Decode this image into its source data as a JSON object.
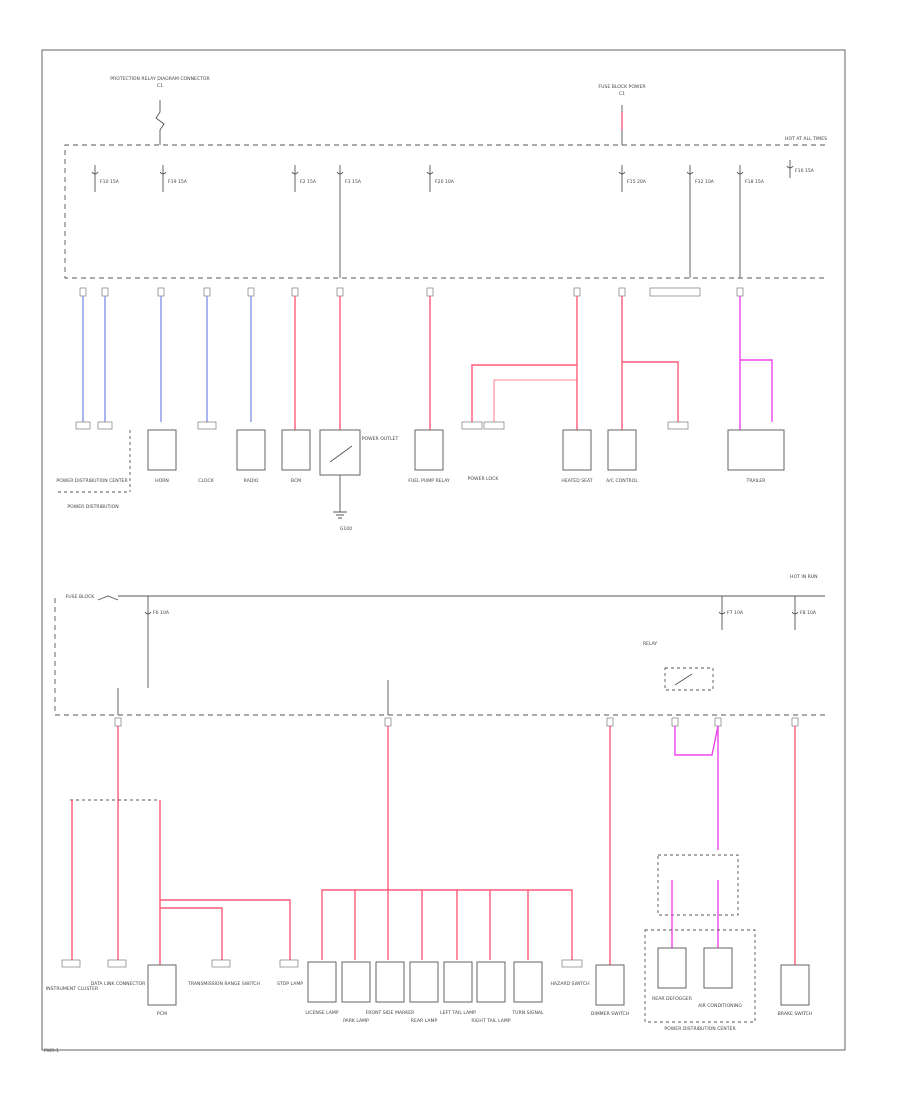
{
  "top_section": {
    "bus_label": "HOT AT ALL TIMES",
    "sources": [
      {
        "label": "PROTECTION RELAY DIAGRAM CONNECTOR",
        "connector": "C1"
      },
      {
        "label": "FUSE BLOCK POWER",
        "connector": "C1"
      }
    ],
    "fuses": [
      "F10 15A",
      "F19 15A",
      "F2 15A",
      "F3 15A",
      "F20 10A",
      "F15 20A",
      "F32 10A",
      "F18 15A",
      "F16 15A"
    ],
    "loads": [
      {
        "label": "POWER DISTRIBUTION CENTER"
      },
      {
        "label": "HORN"
      },
      {
        "label": "CLOCK"
      },
      {
        "label": "RADIO"
      },
      {
        "label": "BCM"
      },
      {
        "label": "POWER OUTLET"
      },
      {
        "label": "FUEL PUMP RELAY"
      },
      {
        "label": "POWER LOCK"
      },
      {
        "label": "HEATED SEAT"
      },
      {
        "label": "A/C CONTROL"
      },
      {
        "label": "TRAILER"
      }
    ],
    "ground_label": "G100",
    "power_dist_label": "POWER DISTRIBUTION"
  },
  "bottom_section": {
    "bus_label": "HOT IN RUN",
    "source": {
      "label": "FUSE BLOCK"
    },
    "fuses": [
      "F6 10A",
      "F7 10A",
      "F8 10A"
    ],
    "relay_label": "RELAY",
    "loads": [
      {
        "label": "INSTRUMENT CLUSTER"
      },
      {
        "label": "DATA LINK CONNECTOR"
      },
      {
        "label": "PCM"
      },
      {
        "label": "TRANSMISSION RANGE SWITCH"
      },
      {
        "label": "STOP LAMP"
      },
      {
        "label": "LICENSE LAMP"
      },
      {
        "label": "PARK LAMP"
      },
      {
        "label": "FRONT SIDE MARKER"
      },
      {
        "label": "REAR LAMP"
      },
      {
        "label": "LEFT TAIL LAMP"
      },
      {
        "label": "RIGHT TAIL LAMP"
      },
      {
        "label": "TURN SIGNAL"
      },
      {
        "label": "HAZARD SWITCH"
      },
      {
        "label": "DIMMER SWITCH"
      },
      {
        "label": "REAR DEFOGGER"
      },
      {
        "label": "AIR CONDITIONING"
      },
      {
        "label": "BRAKE SWITCH"
      }
    ],
    "power_dist_label": "POWER DISTRIBUTION CENTER"
  },
  "footer": {
    "page_id": "PWR-1"
  },
  "wire_colors": {
    "pink": "#ff5a78",
    "magenta": "#ee44ee",
    "blue": "#8896e6"
  }
}
